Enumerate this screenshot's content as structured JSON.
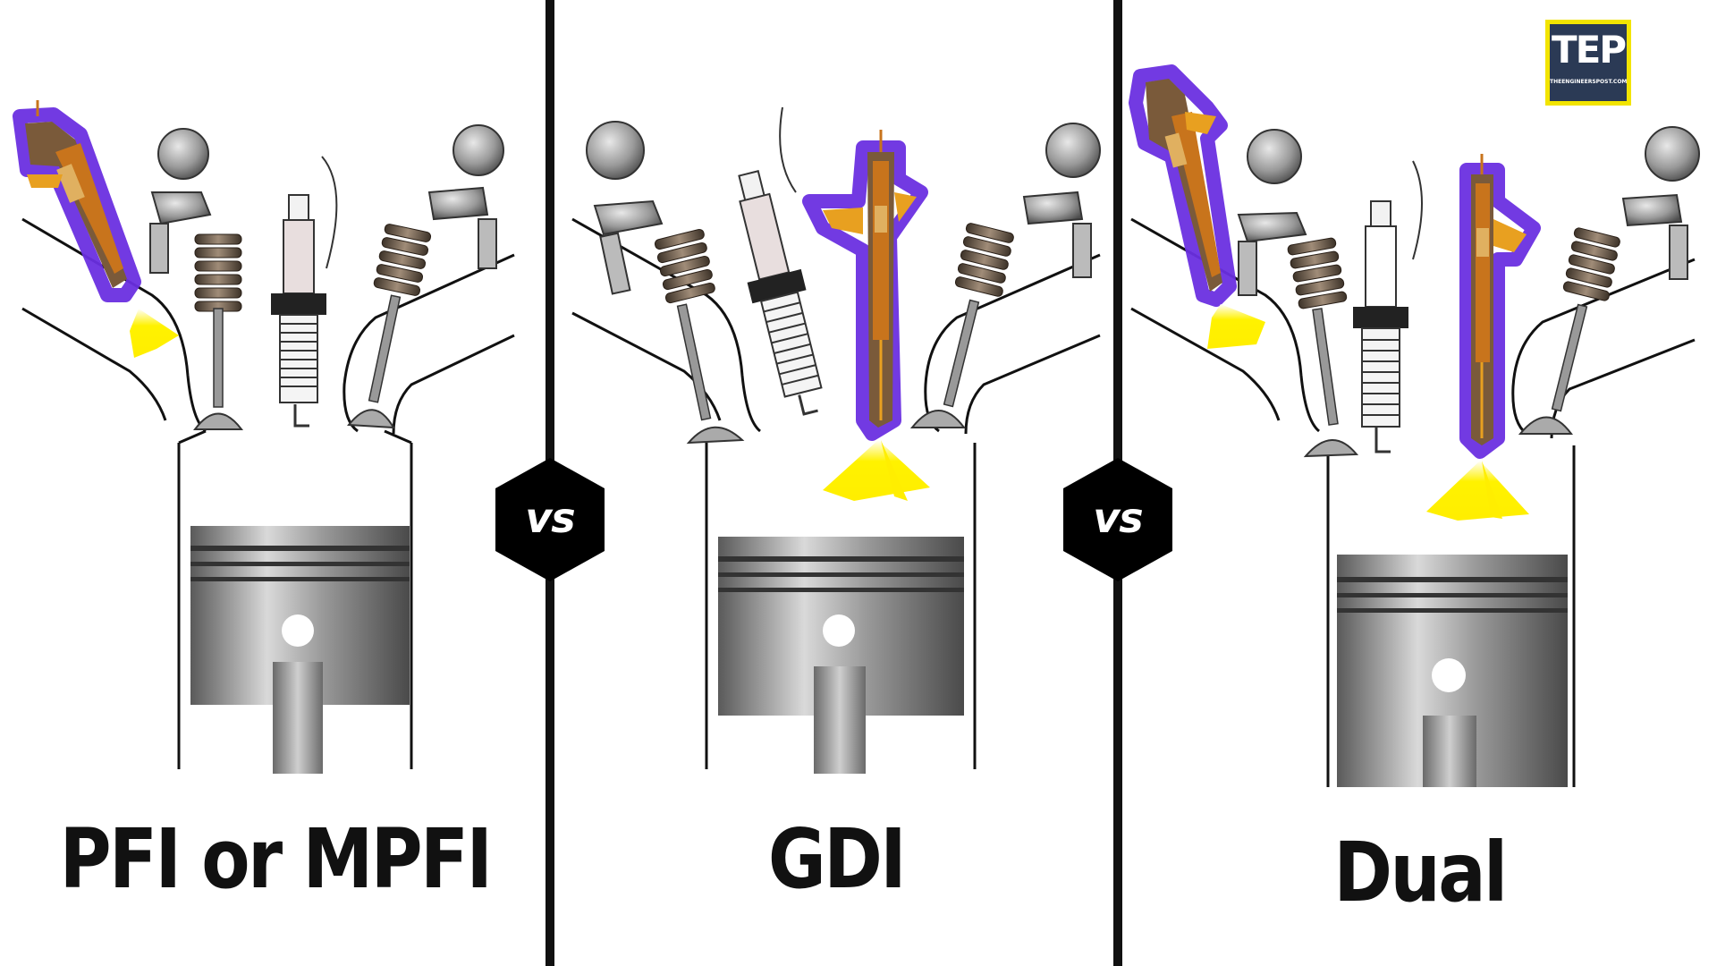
{
  "panels": [
    {
      "label": "PFI or MPFI",
      "injector_position": "intake-port"
    },
    {
      "label": "GDI",
      "injector_position": "cylinder"
    },
    {
      "label": "Dual",
      "injector_position": "intake-port-and-cylinder"
    }
  ],
  "separators": [
    {
      "badge_text": "vs"
    },
    {
      "badge_text": "vs"
    }
  ],
  "logo": {
    "text": "TEP",
    "subtext": "THEENGINEERSPOST.COM"
  },
  "colors": {
    "injector_highlight": "#6a2fe0",
    "fuel_spray": "#fff200",
    "outline": "#111111",
    "piston": "#8c8c8c",
    "injector_body": "#c8741c",
    "logo_background": "#2b3a55",
    "logo_border": "#f2e400"
  },
  "icons": {
    "injector": "fuel-injector-icon",
    "spark_plug": "spark-plug-icon",
    "valve": "valve-icon",
    "piston": "piston-icon",
    "spray": "fuel-spray-icon"
  }
}
